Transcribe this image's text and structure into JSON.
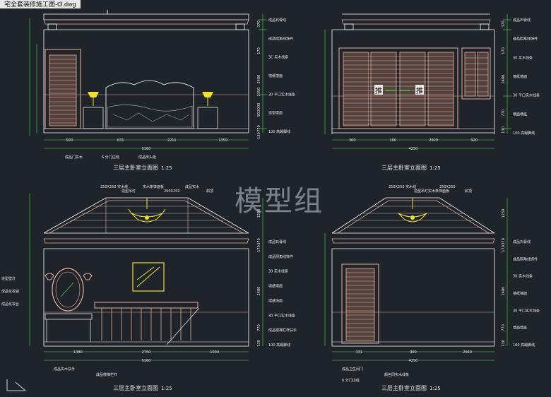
{
  "tab": {
    "title": "宅全套装修施工图-t3.dwg"
  },
  "watermark": "模型组",
  "colors": {
    "bg": "#1f232a",
    "wall": "#ffffff",
    "wood": "#e8b29a",
    "dim": "#4fe04f",
    "note": "#e8e8e8",
    "cyan": "#1fd6e8",
    "yellow": "#f0e030",
    "red": "#e03030"
  },
  "views": [
    {
      "title": "三层主卧室立面图",
      "scale": "1:25",
      "dims_bottom": [
        "500",
        "831",
        "2211",
        "1359"
      ],
      "total": "5160",
      "notes_right": [
        "成品石膏线",
        "成品阴角线饰件",
        "3C 实木线条",
        "墙纸墙面",
        "30 平口实木线条",
        "造型墙面",
        "100 高踢脚线"
      ],
      "notes_bottom": [
        "成品门实木",
        "6 分门边线",
        "成品床头柜"
      ],
      "heights": [
        "370",
        "170",
        "2480",
        "2350",
        "2000",
        "90",
        "770",
        "130"
      ]
    },
    {
      "title": "三层主卧室立面图",
      "scale": "1:25",
      "dims_bottom": [
        "300",
        "100",
        "2920",
        "920"
      ],
      "total": "4250",
      "notes_right": [
        "成品石膏线",
        "成品阴角线饰件",
        "30 实木线条",
        "墙纸墙面",
        "30 平口实木线条",
        "墙面墙纸",
        "100 高踢脚线"
      ],
      "notes_bottom": [],
      "heights": [
        "370",
        "170",
        "2480",
        "770",
        "130"
      ],
      "door_label_a": "推",
      "door_label_b": "推"
    },
    {
      "title": "三层主卧室立面图",
      "scale": "1:25",
      "dims_bottom": [
        "1380",
        "2750",
        "1030"
      ],
      "total": "5160",
      "notes_left": [
        "造型壁灯",
        "成品化妆镜",
        "成品化妆台"
      ],
      "notes_top": [
        "250X250 实木线",
        "造型吊灯",
        "实木条饰面板",
        "250X250",
        "成品实木",
        "斜顶"
      ],
      "notes_right": [
        "成品石膏线",
        "成品阴角线饰件",
        "30 实木线条",
        "墙纸墙面",
        "墙纸饰面",
        "30 平口实木线条",
        "成品楼梯栏杆扶手",
        "100 高踢脚线"
      ],
      "notes_bottom": [
        "成品实木扶手",
        "成品楼梯栏杆"
      ],
      "heights": [
        "1250",
        "370",
        "170",
        "2480",
        "770",
        "130"
      ]
    },
    {
      "title": "三层主卧室立面图",
      "scale": "1:25",
      "dims_bottom": [
        "331",
        "900",
        "2940"
      ],
      "total": "4250",
      "notes_top": [
        "250X250 实木线",
        "造型吊灯实木条饰面板",
        "250X250",
        "斜顶"
      ],
      "notes_right": [
        "成品石膏线",
        "成品阴角线饰件",
        "30 实木线条",
        "墙纸墙面",
        "30 平口实木线条",
        "墙面墙纸",
        "100 高踢脚线"
      ],
      "notes_bottom": [
        "成品卫生间门",
        "颜色同实木线条",
        "6 分门边线"
      ],
      "heights": [
        "1250",
        "370",
        "170",
        "2480",
        "770",
        "130"
      ]
    }
  ]
}
